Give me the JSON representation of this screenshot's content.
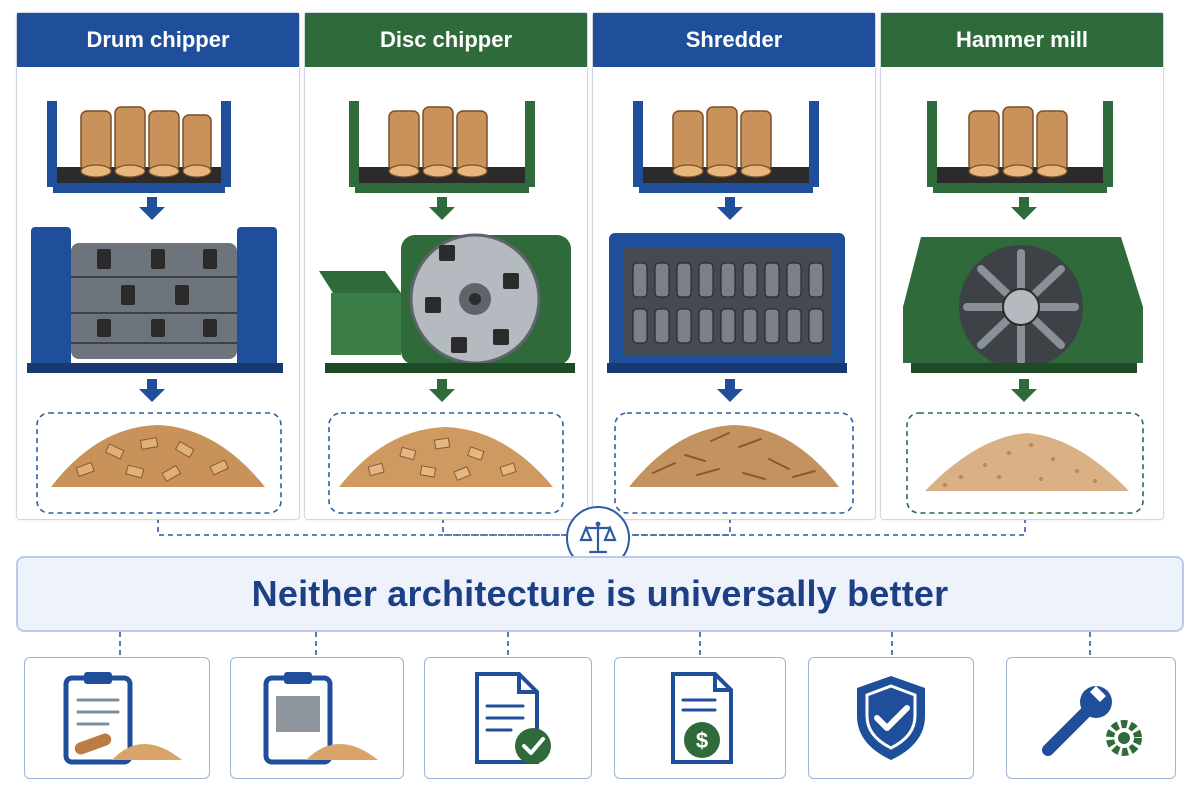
{
  "panels": [
    {
      "title": "Drum chipper",
      "color": "#1f4f9a",
      "machine": "drum-chipper",
      "output": "coarse-chips"
    },
    {
      "title": "Disc chipper",
      "color": "#2f6b3a",
      "machine": "disc-chipper",
      "output": "uniform-chips"
    },
    {
      "title": "Shredder",
      "color": "#1f4f9a",
      "machine": "shredder",
      "output": "shredded-fibers"
    },
    {
      "title": "Hammer mill",
      "color": "#2f6b3a",
      "machine": "hammer-mill",
      "output": "fine-sawdust"
    }
  ],
  "banner": {
    "text": "Neither architecture is universally better"
  },
  "criteria_icons": [
    "clipboard-logs-icon",
    "clipboard-chips-icon",
    "document-check-icon",
    "invoice-dollar-icon",
    "shield-check-icon",
    "wrench-gear-icon"
  ],
  "center_icon": "balance-scale-icon",
  "colors": {
    "blue": "#1f4f9a",
    "green": "#2f6b3a",
    "wood": "#c9925a",
    "banner_text": "#1d3f85"
  }
}
